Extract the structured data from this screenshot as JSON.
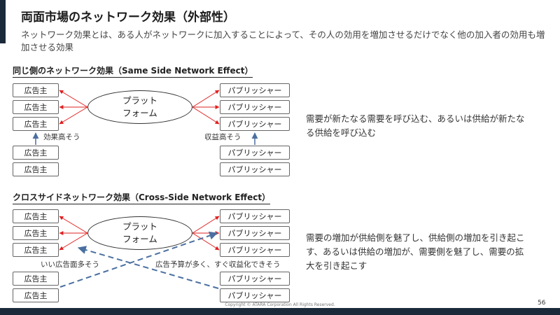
{
  "slide": {
    "title": "両面市場のネットワーク効果（外部性）",
    "subtitle": "ネットワーク効果とは、ある人がネットワークに加入することによって、その人の効用を増加させるだけでなく他の加入者の効用も増加させる効果",
    "page_number": "56",
    "copyright": "Copyright © ATARA Corporation All Rights Reserved."
  },
  "same_side": {
    "heading": "同じ側のネットワーク効果（Same Side Network Effect）",
    "platform_line1": "プラット",
    "platform_line2": "フォーム",
    "advertiser": "広告主",
    "publisher": "パブリッシャー",
    "note_left": "効果高そう",
    "note_right": "収益高そう",
    "description": "需要が新たなる需要を呼び込む、あるいは供給が新たなる供給を呼び込む"
  },
  "cross_side": {
    "heading": "クロスサイドネットワーク効果（Cross-Side Network Effect）",
    "platform_line1": "プラット",
    "platform_line2": "フォーム",
    "advertiser": "広告主",
    "publisher": "パブリッシャー",
    "note_left": "いい広告面多そう",
    "note_right": "広告予算が多く、すぐ収益化できそう",
    "description": "需要の増加が供給側を魅了し、供給側の増加を引き起こす、あるいは供給の増加が、需要側を魅了し、需要の拡大を引き起こす"
  },
  "colors": {
    "arrow_red": "#e02020",
    "arrow_blue": "#4a6fa0",
    "bar": "#1b2a3a"
  }
}
